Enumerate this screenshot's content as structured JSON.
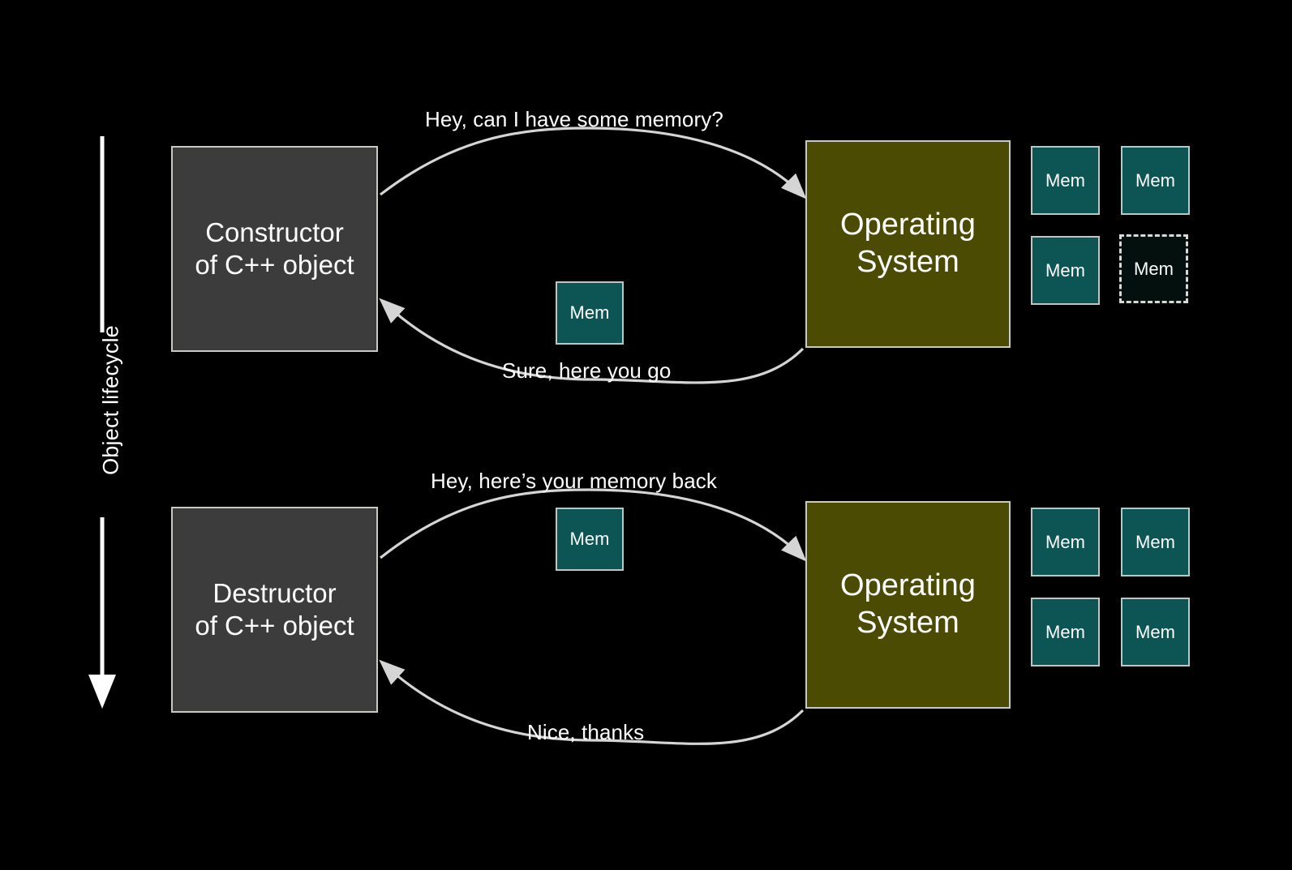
{
  "slide": {
    "background_color": "#000000",
    "axis": {
      "label": "Object lifecycle",
      "direction": "downward"
    },
    "colors": {
      "object_box": "#3c3c3c",
      "os_box": "#4b4b04",
      "memory_block": "#0d5555",
      "memory_block_free": "#04100e",
      "border": "#c9c9c4",
      "text": "#ffffff"
    }
  },
  "phases": [
    {
      "id": "construction",
      "actor": {
        "label": "Constructor\nof C++ object"
      },
      "system": {
        "label": "Operating\nSystem"
      },
      "request_message": "Hey, can I have some memory?",
      "response_message": "Sure, here you go",
      "transit_block": {
        "label": "Mem"
      },
      "memory_pool": [
        {
          "label": "Mem",
          "state": "allocated"
        },
        {
          "label": "Mem",
          "state": "allocated"
        },
        {
          "label": "Mem",
          "state": "allocated"
        },
        {
          "label": "Mem",
          "state": "free"
        }
      ]
    },
    {
      "id": "destruction",
      "actor": {
        "label": "Destructor\nof C++ object"
      },
      "system": {
        "label": "Operating\nSystem"
      },
      "request_message": "Hey, here’s your memory back",
      "response_message": "Nice, thanks",
      "transit_block": {
        "label": "Mem"
      },
      "memory_pool": [
        {
          "label": "Mem",
          "state": "allocated"
        },
        {
          "label": "Mem",
          "state": "allocated"
        },
        {
          "label": "Mem",
          "state": "allocated"
        },
        {
          "label": "Mem",
          "state": "allocated"
        }
      ]
    }
  ]
}
